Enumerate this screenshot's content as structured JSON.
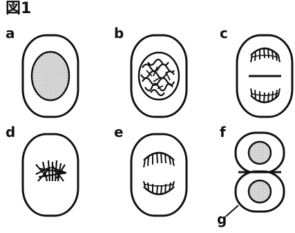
{
  "figure": {
    "title": "図1",
    "panels": [
      {
        "label": "a",
        "stage": "interphase nucleus"
      },
      {
        "label": "b",
        "stage": "condensed chromosomes"
      },
      {
        "label": "c",
        "stage": "chromosomes separating with cell plate"
      },
      {
        "label": "d",
        "stage": "chromosomes aligned at equator"
      },
      {
        "label": "e",
        "stage": "chromosomes moving to poles"
      },
      {
        "label": "f",
        "stage": "two daughter cells"
      }
    ],
    "pointer_label": "g"
  }
}
